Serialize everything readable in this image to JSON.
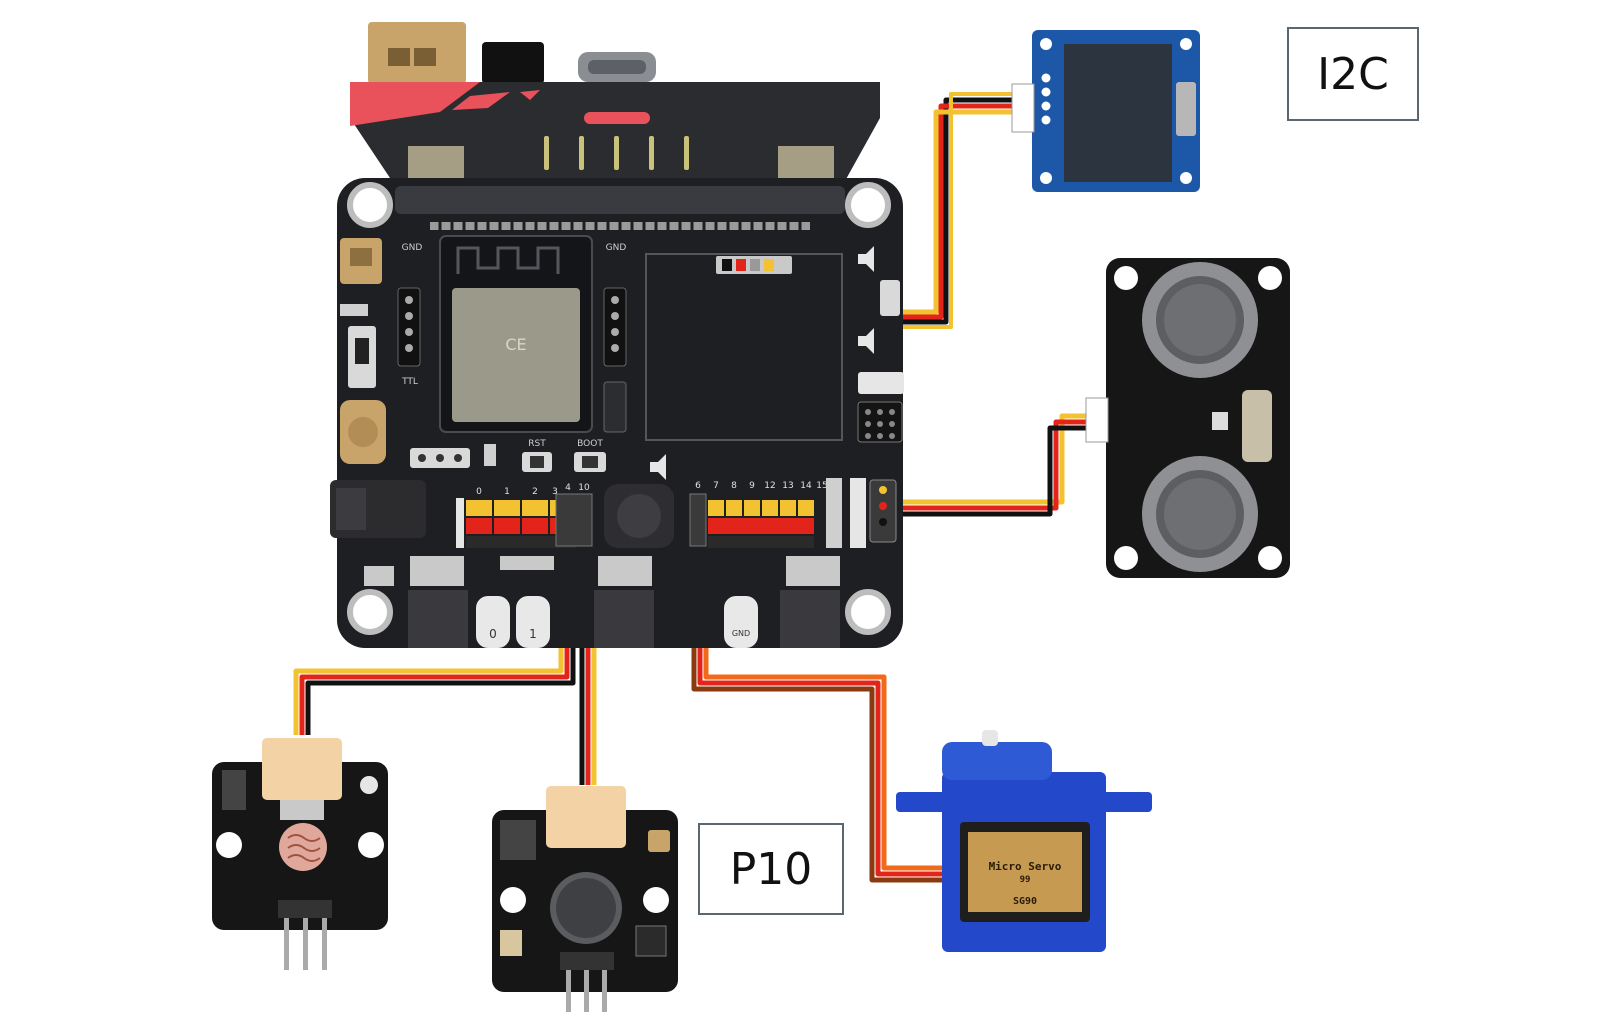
{
  "labels": {
    "i2c": "I2C",
    "p10": "P10"
  },
  "board": {
    "ttl_label": "TTL",
    "gnd_label": "GND",
    "pin0": "0",
    "pin1": "1",
    "pin_gnd": "GND",
    "left_header_pins": [
      "0",
      "1",
      "2",
      "3",
      "4",
      "10"
    ],
    "right_header_pins": [
      "6",
      "7",
      "8",
      "9",
      "12",
      "13",
      "14",
      "15"
    ],
    "rst_label": "RST",
    "boot_label": "BOOT"
  },
  "servo": {
    "brand_line1": "Micro Servo",
    "brand_line2": "99",
    "model": "SG90"
  },
  "colors": {
    "wire_black": "#111111",
    "wire_red": "#e3241b",
    "wire_yellow": "#f2c230",
    "wire_orange": "#f06a1a",
    "board": "#1e1f22",
    "oled_blue": "#1c57a8",
    "servo_blue": "#2348c9",
    "sensor_black": "#161616"
  },
  "icons": [
    "speaker-icon",
    "ce-mark-icon",
    "wifi-antenna-icon"
  ]
}
